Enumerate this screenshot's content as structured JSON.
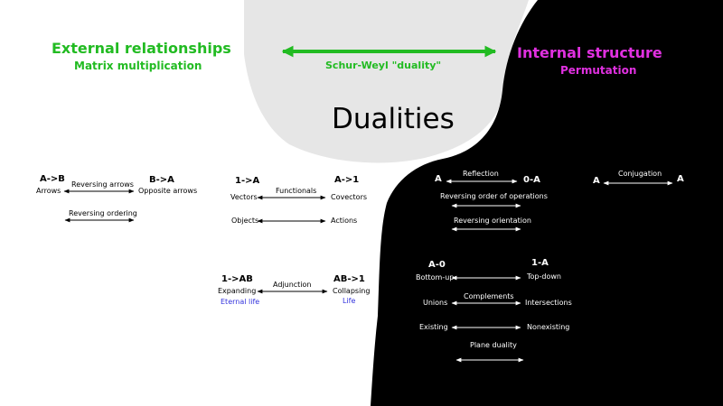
{
  "header": {
    "left_title": "External relationships",
    "left_subtitle": "Matrix multiplication",
    "right_title": "Internal structure",
    "right_subtitle": "Permutation",
    "center_label": "Schur-Weyl \"duality\"",
    "main_title": "Dualities"
  },
  "colors": {
    "green": "#22bb22",
    "magenta": "#e030e0",
    "blue_text": "#3333dd",
    "light_gray": "#e6e6e6",
    "black_region": "#000000"
  },
  "arrows_block": {
    "left_key": "A->B",
    "right_key": "B->A",
    "arrow1_label": "Reversing arrows",
    "left_item": "Arrows",
    "right_item": "Opposite arrows",
    "arrow2_label": "Reversing ordering"
  },
  "vector_block": {
    "left_key": "1->A",
    "right_key": "A->1",
    "arrow1_label": "Functionals",
    "row1_left": "Vectors",
    "row1_right": "Covectors",
    "row2_left": "Objects",
    "row2_right": "Actions"
  },
  "adjunction_block": {
    "left_key": "1->AB",
    "right_key": "AB->1",
    "arrow_label": "Adjunction",
    "left_item": "Expanding",
    "right_item": "Collapsing",
    "left_sub": "Eternal life",
    "right_sub": "Life"
  },
  "reflection_block": {
    "left_key": "A",
    "right_key": "0-A",
    "arrow1_label": "Reflection",
    "arrow2_label": "Reversing order of operations",
    "arrow3_label": "Reversing orientation"
  },
  "conjugation_block": {
    "left_key": "A",
    "right_key": "A",
    "arrow_label": "Conjugation"
  },
  "complement_block": {
    "left_key": "A-0",
    "right_key": "1-A",
    "row1_left": "Bottom-up",
    "row1_right": "Top-down",
    "complements_label": "Complements",
    "row2_left": "Unions",
    "row2_right": "Intersections",
    "row3_left": "Existing",
    "row3_right": "Nonexisting",
    "plane_label": "Plane duality"
  }
}
